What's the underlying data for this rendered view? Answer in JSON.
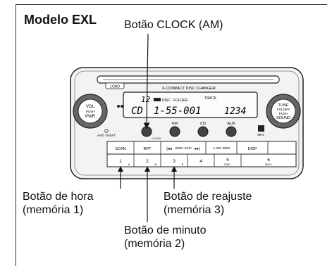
{
  "model_title": "Modelo EXL",
  "callouts": {
    "clock": "Botão CLOCK (AM)",
    "hour": {
      "line1": "Botão de hora",
      "line2": "(memória 1)"
    },
    "reset": {
      "line1": "Botão de reajuste",
      "line2": "(memória 3)"
    },
    "minute": {
      "line1": "Botão de minuto",
      "line2": "(memória 2)"
    }
  },
  "radio": {
    "load_label": "LOAD",
    "changer_label": "6-COMPACT DISC CHANGER",
    "lcd": {
      "small_num": "12",
      "disc_label": "DISC",
      "folder_label": "FOLDER",
      "track_label": "TRACK",
      "cd_text": "CD",
      "main_text": "1-55-001",
      "right_text": "1234"
    },
    "left_knob": {
      "line1": "VOL",
      "line2": "PUSH",
      "line3": "PWR"
    },
    "right_knob": {
      "line1": "TUNE",
      "line2": "FOLDER",
      "line3": "PUSH",
      "line4": "SOUND"
    },
    "anti_theft_label": "ANTI THEFT",
    "top_buttons": [
      {
        "label": "AM",
        "sub": "CLOCK"
      },
      {
        "label": "FM",
        "sub": ""
      },
      {
        "label": "CD",
        "sub": ""
      },
      {
        "label": "AUX",
        "sub": ""
      }
    ],
    "mp3_label": "MP3",
    "middle_buttons": [
      {
        "label": "SCAN"
      },
      {
        "label": "RPT"
      },
      {
        "label": "|◂◂"
      },
      {
        "label": "SEEK SKIP"
      },
      {
        "label": "▸▸|"
      },
      {
        "label": "A.SEL RDM"
      },
      {
        "label": "DISP"
      }
    ],
    "preset_buttons": [
      {
        "label": "1",
        "sub": "H"
      },
      {
        "label": "2",
        "sub": "M"
      },
      {
        "label": "3",
        "sub": "R"
      },
      {
        "label": "4",
        "sub": ""
      },
      {
        "label": "5",
        "sub": "DISC-"
      },
      {
        "label": "6",
        "sub": "DISC+"
      }
    ]
  }
}
